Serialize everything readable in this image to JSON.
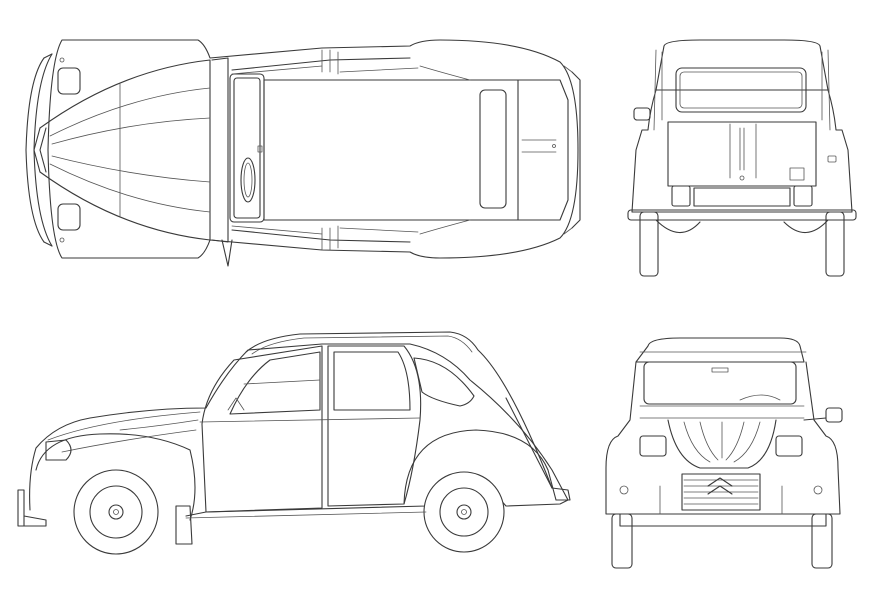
{
  "drawing": {
    "background": "#ffffff",
    "line_color": "#3a3a3a",
    "views": [
      {
        "key": "top",
        "name": "top-view"
      },
      {
        "key": "rear",
        "name": "rear-view"
      },
      {
        "key": "side",
        "name": "side-view"
      },
      {
        "key": "front",
        "name": "front-view"
      }
    ]
  }
}
